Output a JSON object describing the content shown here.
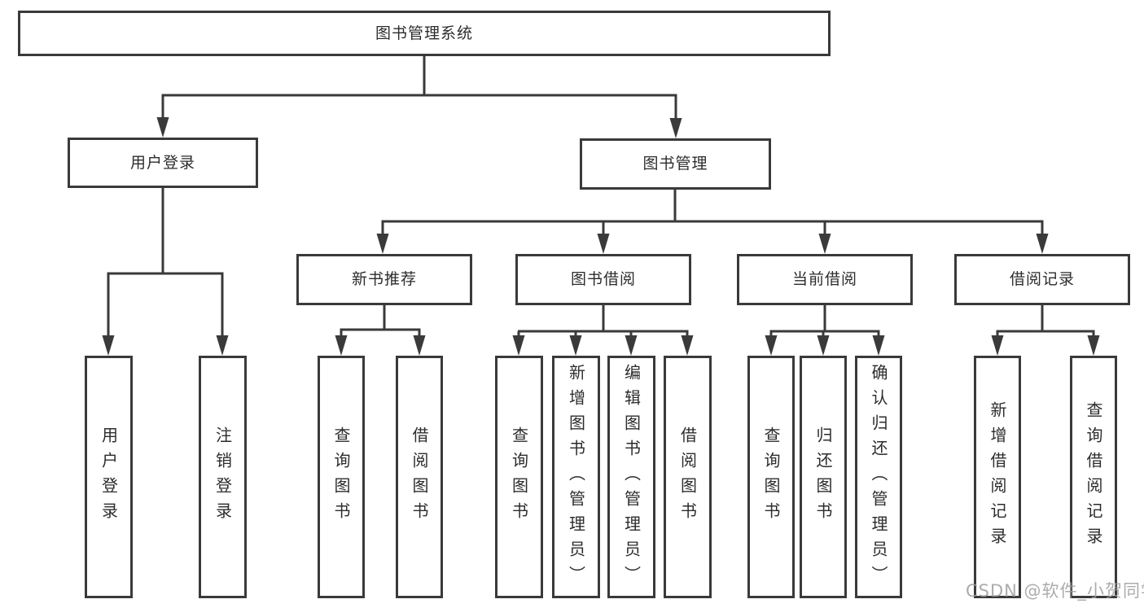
{
  "diagram_type": "hierarchy-tree",
  "colors": {
    "line": "#3a3a3a",
    "border": "#3a3a3a",
    "text": "#2c2c2c",
    "background": "#ffffff",
    "watermark": "#9e9e9e"
  },
  "watermark": "CSDN @软件_小贺同学",
  "tree": {
    "root": {
      "label": "图书管理系统"
    },
    "branches": [
      {
        "label": "用户登录",
        "leaves": [
          {
            "label": "用户登录"
          },
          {
            "label": "注销登录"
          }
        ]
      },
      {
        "label": "图书管理",
        "groups": [
          {
            "label": "新书推荐",
            "leaves": [
              {
                "label": "查询图书"
              },
              {
                "label": "借阅图书"
              }
            ]
          },
          {
            "label": "图书借阅",
            "leaves": [
              {
                "label": "查询图书"
              },
              {
                "label": "新增图书（管理员）"
              },
              {
                "label": "编辑图书（管理员）"
              },
              {
                "label": "借阅图书"
              }
            ]
          },
          {
            "label": "当前借阅",
            "leaves": [
              {
                "label": "查询图书"
              },
              {
                "label": "归还图书"
              },
              {
                "label": "确认归还（管理员）"
              }
            ]
          },
          {
            "label": "借阅记录",
            "leaves": [
              {
                "label": "新增借阅记录"
              },
              {
                "label": "查询借阅记录"
              }
            ]
          }
        ]
      }
    ]
  }
}
